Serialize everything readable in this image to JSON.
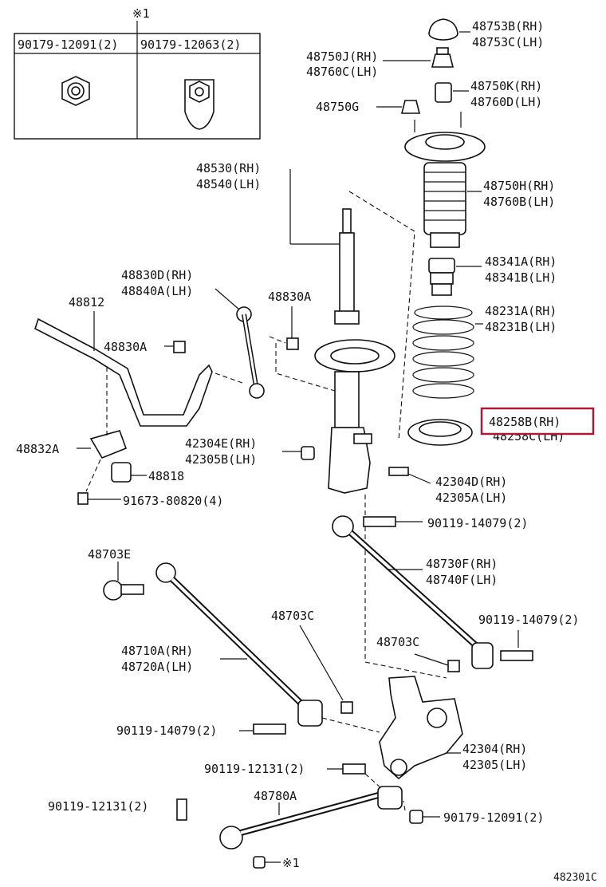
{
  "inset": {
    "marker": "※1",
    "left_label": "90179-12091(2)",
    "right_label": "90179-12063(2)"
  },
  "labels": {
    "p48753": [
      "48753B(RH)",
      "48753C(LH)"
    ],
    "p48750J": [
      "48750J(RH)",
      "48760C(LH)"
    ],
    "p48750K": [
      "48750K(RH)",
      "48760D(LH)"
    ],
    "p48750G": "48750G",
    "p48530": [
      "48530(RH)",
      "48540(LH)"
    ],
    "p48750H": [
      "48750H(RH)",
      "48760B(LH)"
    ],
    "p48341": [
      "48341A(RH)",
      "48341B(LH)"
    ],
    "p48830D": [
      "48830D(RH)",
      "48840A(LH)"
    ],
    "p48830A_top": "48830A",
    "p48812": "48812",
    "p48830A_left": "48830A",
    "p48231": [
      "48231A(RH)",
      "48231B(LH)"
    ],
    "p48258": [
      "48258B(RH)",
      "48258C(LH)"
    ],
    "p48832A": "48832A",
    "p42304E": [
      "42304E(RH)",
      "42305B(LH)"
    ],
    "p48818": "48818",
    "p42304D": [
      "42304D(RH)",
      "42305A(LH)"
    ],
    "p91673": "91673-80820(4)",
    "p90119_a": "90119-14079(2)",
    "p48703E": "48703E",
    "p48730F": [
      "48730F(RH)",
      "48740F(LH)"
    ],
    "p48703C_mid": "48703C",
    "p90119_b": "90119-14079(2)",
    "p48703C_right": "48703C",
    "p48710A": [
      "48710A(RH)",
      "48720A(LH)"
    ],
    "p90119_c": "90119-14079(2)",
    "p42304": [
      "42304(RH)",
      "42305(LH)"
    ],
    "p90119_d": "90119-12131(2)",
    "p48780A": "48780A",
    "p90119_e": "90119-12131(2)",
    "p90179": "90179-12091(2)",
    "p_mark_bottom": "※1",
    "diagram_code": "482301C"
  },
  "highlight": {
    "label_key": "p48258",
    "color": "#a31d3c"
  }
}
